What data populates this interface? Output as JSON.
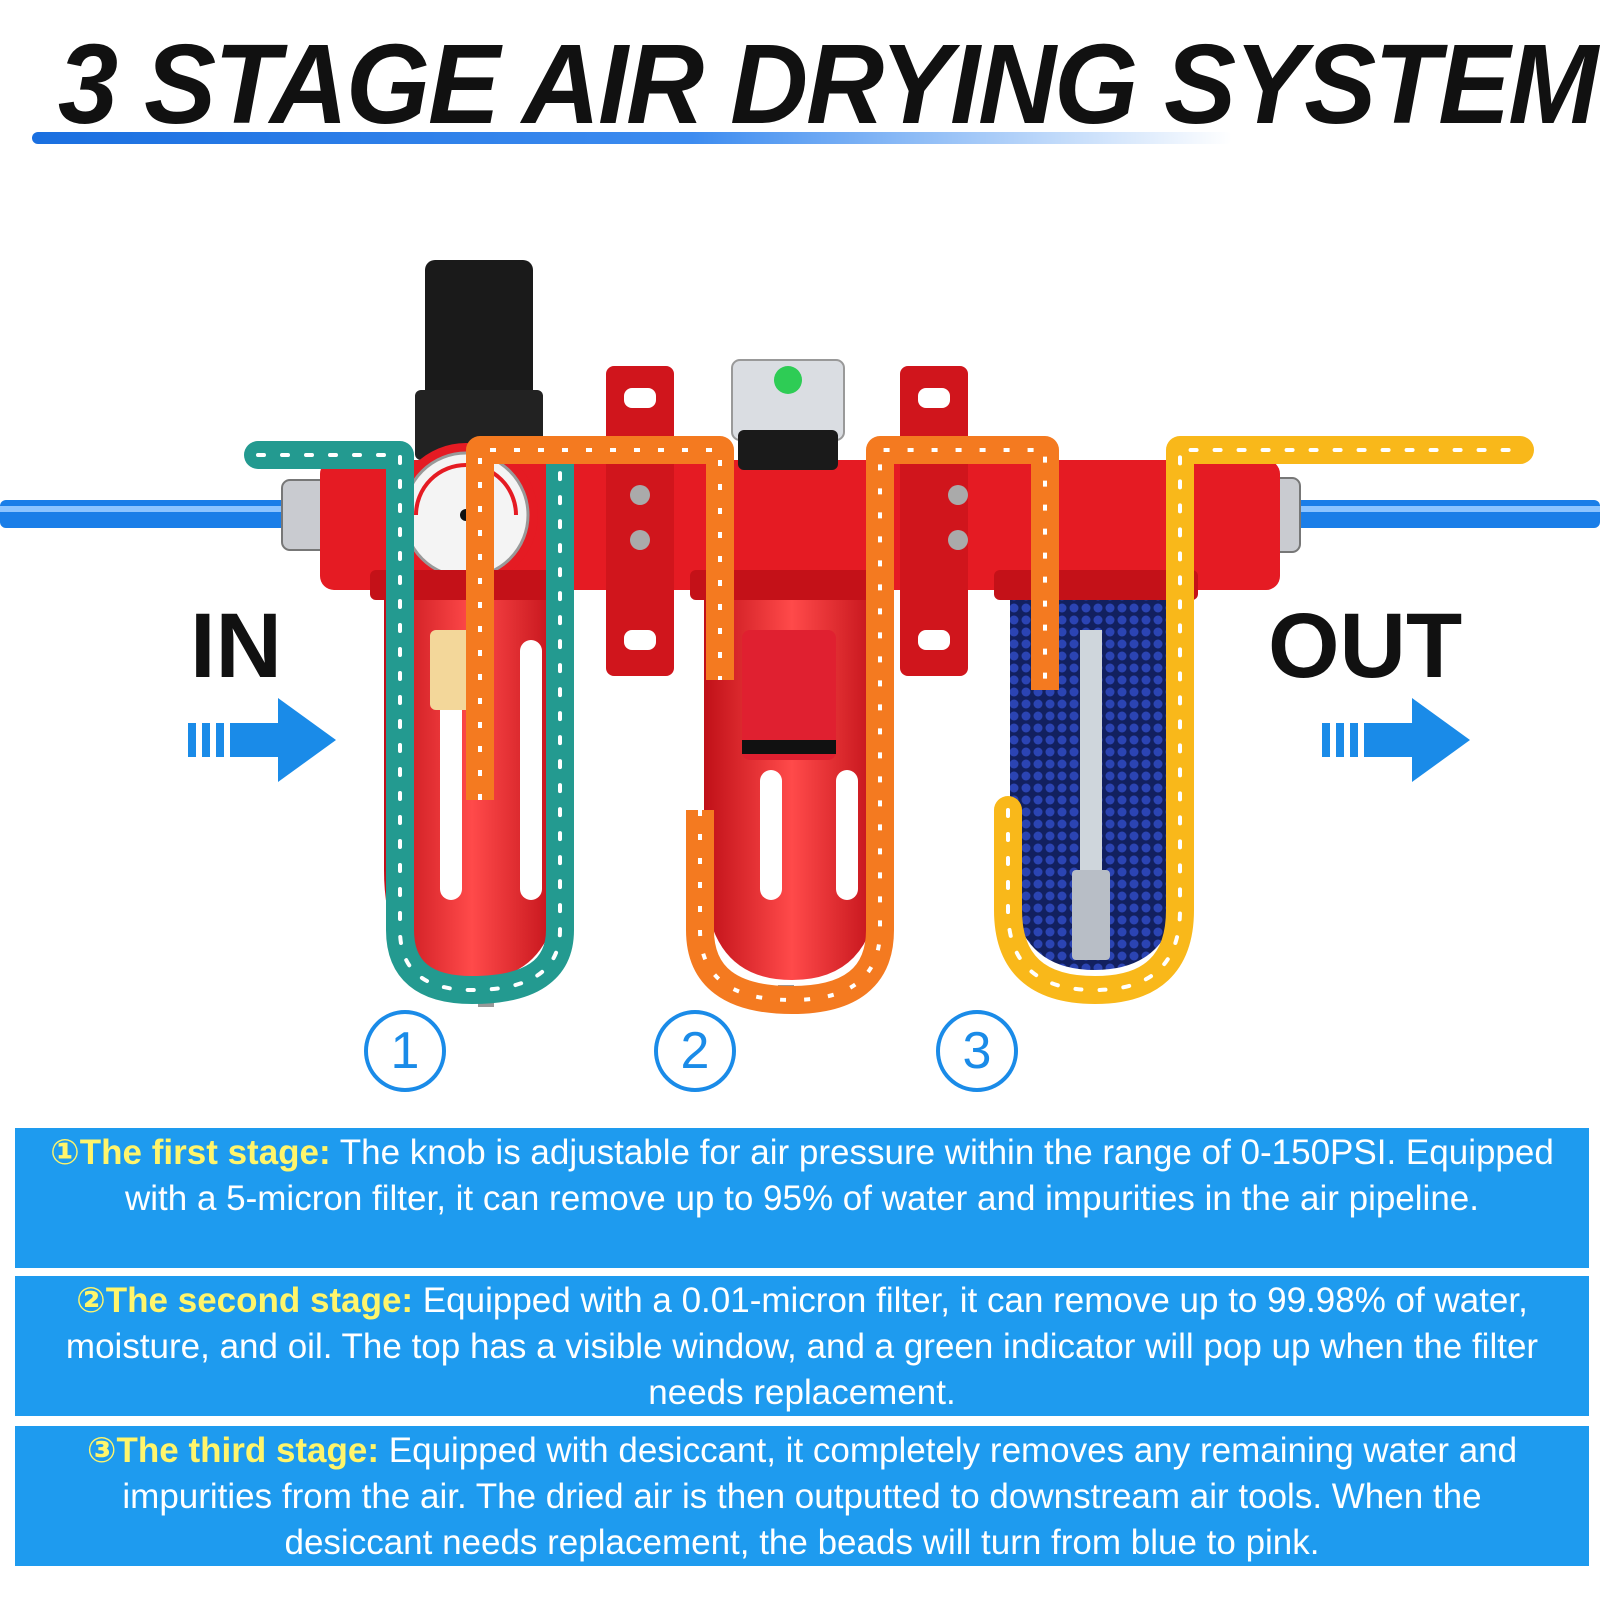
{
  "title": "3 STAGE AIR DRYING SYSTEM",
  "labels": {
    "in": "IN",
    "out": "OUT"
  },
  "stage_numbers": [
    "1",
    "2",
    "3"
  ],
  "colors": {
    "title_underline": "#1a6fe0",
    "panel_bg": "#1e9bef",
    "stage_label": "#fff56b",
    "arrow": "#1a8be8",
    "flow_stage1": "#239a90",
    "flow_stage2": "#f47a20",
    "flow_stage3": "#f9b81a",
    "filter_body": "#e51b23",
    "desiccant_beads": "#1b2c86"
  },
  "icons": [
    "pressure-gauge-icon",
    "in-arrow-icon",
    "out-arrow-icon",
    "drain-valve-icon"
  ],
  "panels": [
    {
      "stage_label": "①The first stage:",
      "body": " The knob is adjustable for air pressure within the range of 0-150PSI. Equipped with a 5-micron filter, it can remove up to 95% of water and impurities in the air pipeline."
    },
    {
      "stage_label": "②The second stage:",
      "body": " Equipped with a 0.01-micron filter, it can remove up to 99.98% of water, moisture, and oil. The top has a visible window, and a green indicator will pop up when the filter needs replacement."
    },
    {
      "stage_label": "③The third stage:",
      "body": " Equipped with desiccant, it completely removes any remaining water and impurities from the air. The dried air is then outputted to downstream air tools. When the desiccant needs replacement, the beads will turn from blue to pink."
    }
  ]
}
